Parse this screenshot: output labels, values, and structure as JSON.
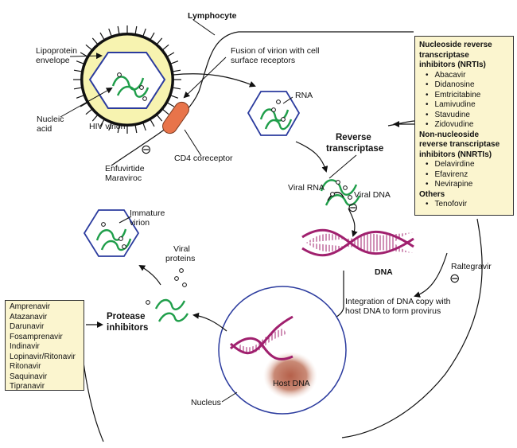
{
  "labels": {
    "lymphocyte": "Lymphocyte",
    "lipoprotein_envelope_1": "Lipoprotein",
    "lipoprotein_envelope_2": "envelope",
    "fusion_1": "Fusion of virion with cell",
    "fusion_2": "surface receptors",
    "nucleic_acid_1": "Nucleic",
    "nucleic_acid_2": "acid",
    "hiv_virion": "HIV virion",
    "enfuvirtide": "Enfuvirtide",
    "maraviroc": "Maraviroc",
    "cd4_coreceptor": "CD4 coreceptor",
    "rna": "RNA",
    "reverse_transcriptase_1": "Reverse",
    "reverse_transcriptase_2": "transcriptase",
    "viral_rna": "Viral RNA",
    "viral_dna": "Viral DNA",
    "dna": "DNA",
    "raltegravir": "Raltegravir",
    "integration_1": "Integration of DNA copy with",
    "integration_2": "host DNA to form provirus",
    "immature_virion_1": "Immature",
    "immature_virion_2": "virion",
    "viral_proteins_1": "Viral",
    "viral_proteins_2": "proteins",
    "protease_inhibitors_1": "Protease",
    "protease_inhibitors_2": "inhibitors",
    "nucleus": "Nucleus",
    "host_dna": "Host DNA"
  },
  "inhibit_symbol": "⊖",
  "rt_box": {
    "nrti_heading": [
      "Nucleoside reverse",
      "transcriptase",
      "inhibitors (NRTIs)"
    ],
    "nrti_drugs": [
      "Abacavir",
      "Didanosine",
      "Emtricitabine",
      "Lamivudine",
      "Stavudine",
      "Zidovudine"
    ],
    "nnrti_heading": [
      "Non-nucleoside",
      "reverse transcriptase",
      "inhibitors (NNRTIs)"
    ],
    "nnrti_drugs": [
      "Delavirdine",
      "Efavirenz",
      "Nevirapine"
    ],
    "others_heading": "Others",
    "others_drugs": [
      "Tenofovir"
    ]
  },
  "protease_box": {
    "drugs": [
      "Amprenavir",
      "Atazanavir",
      "Darunavir",
      "Fosamprenavir",
      "Indinavir",
      "Lopinavir/Ritonavir",
      "Ritonavir",
      "Saquinavir",
      "Tipranavir"
    ]
  },
  "colors": {
    "strand": "#1f9e4a",
    "hexagon": "#2b3b9e",
    "dna": "#a0206e",
    "envelope": "#f7f3b0",
    "receptor": "#e8744a",
    "nucleus_border": "#2b3b9e",
    "box_fill": "#fbf5cf"
  }
}
